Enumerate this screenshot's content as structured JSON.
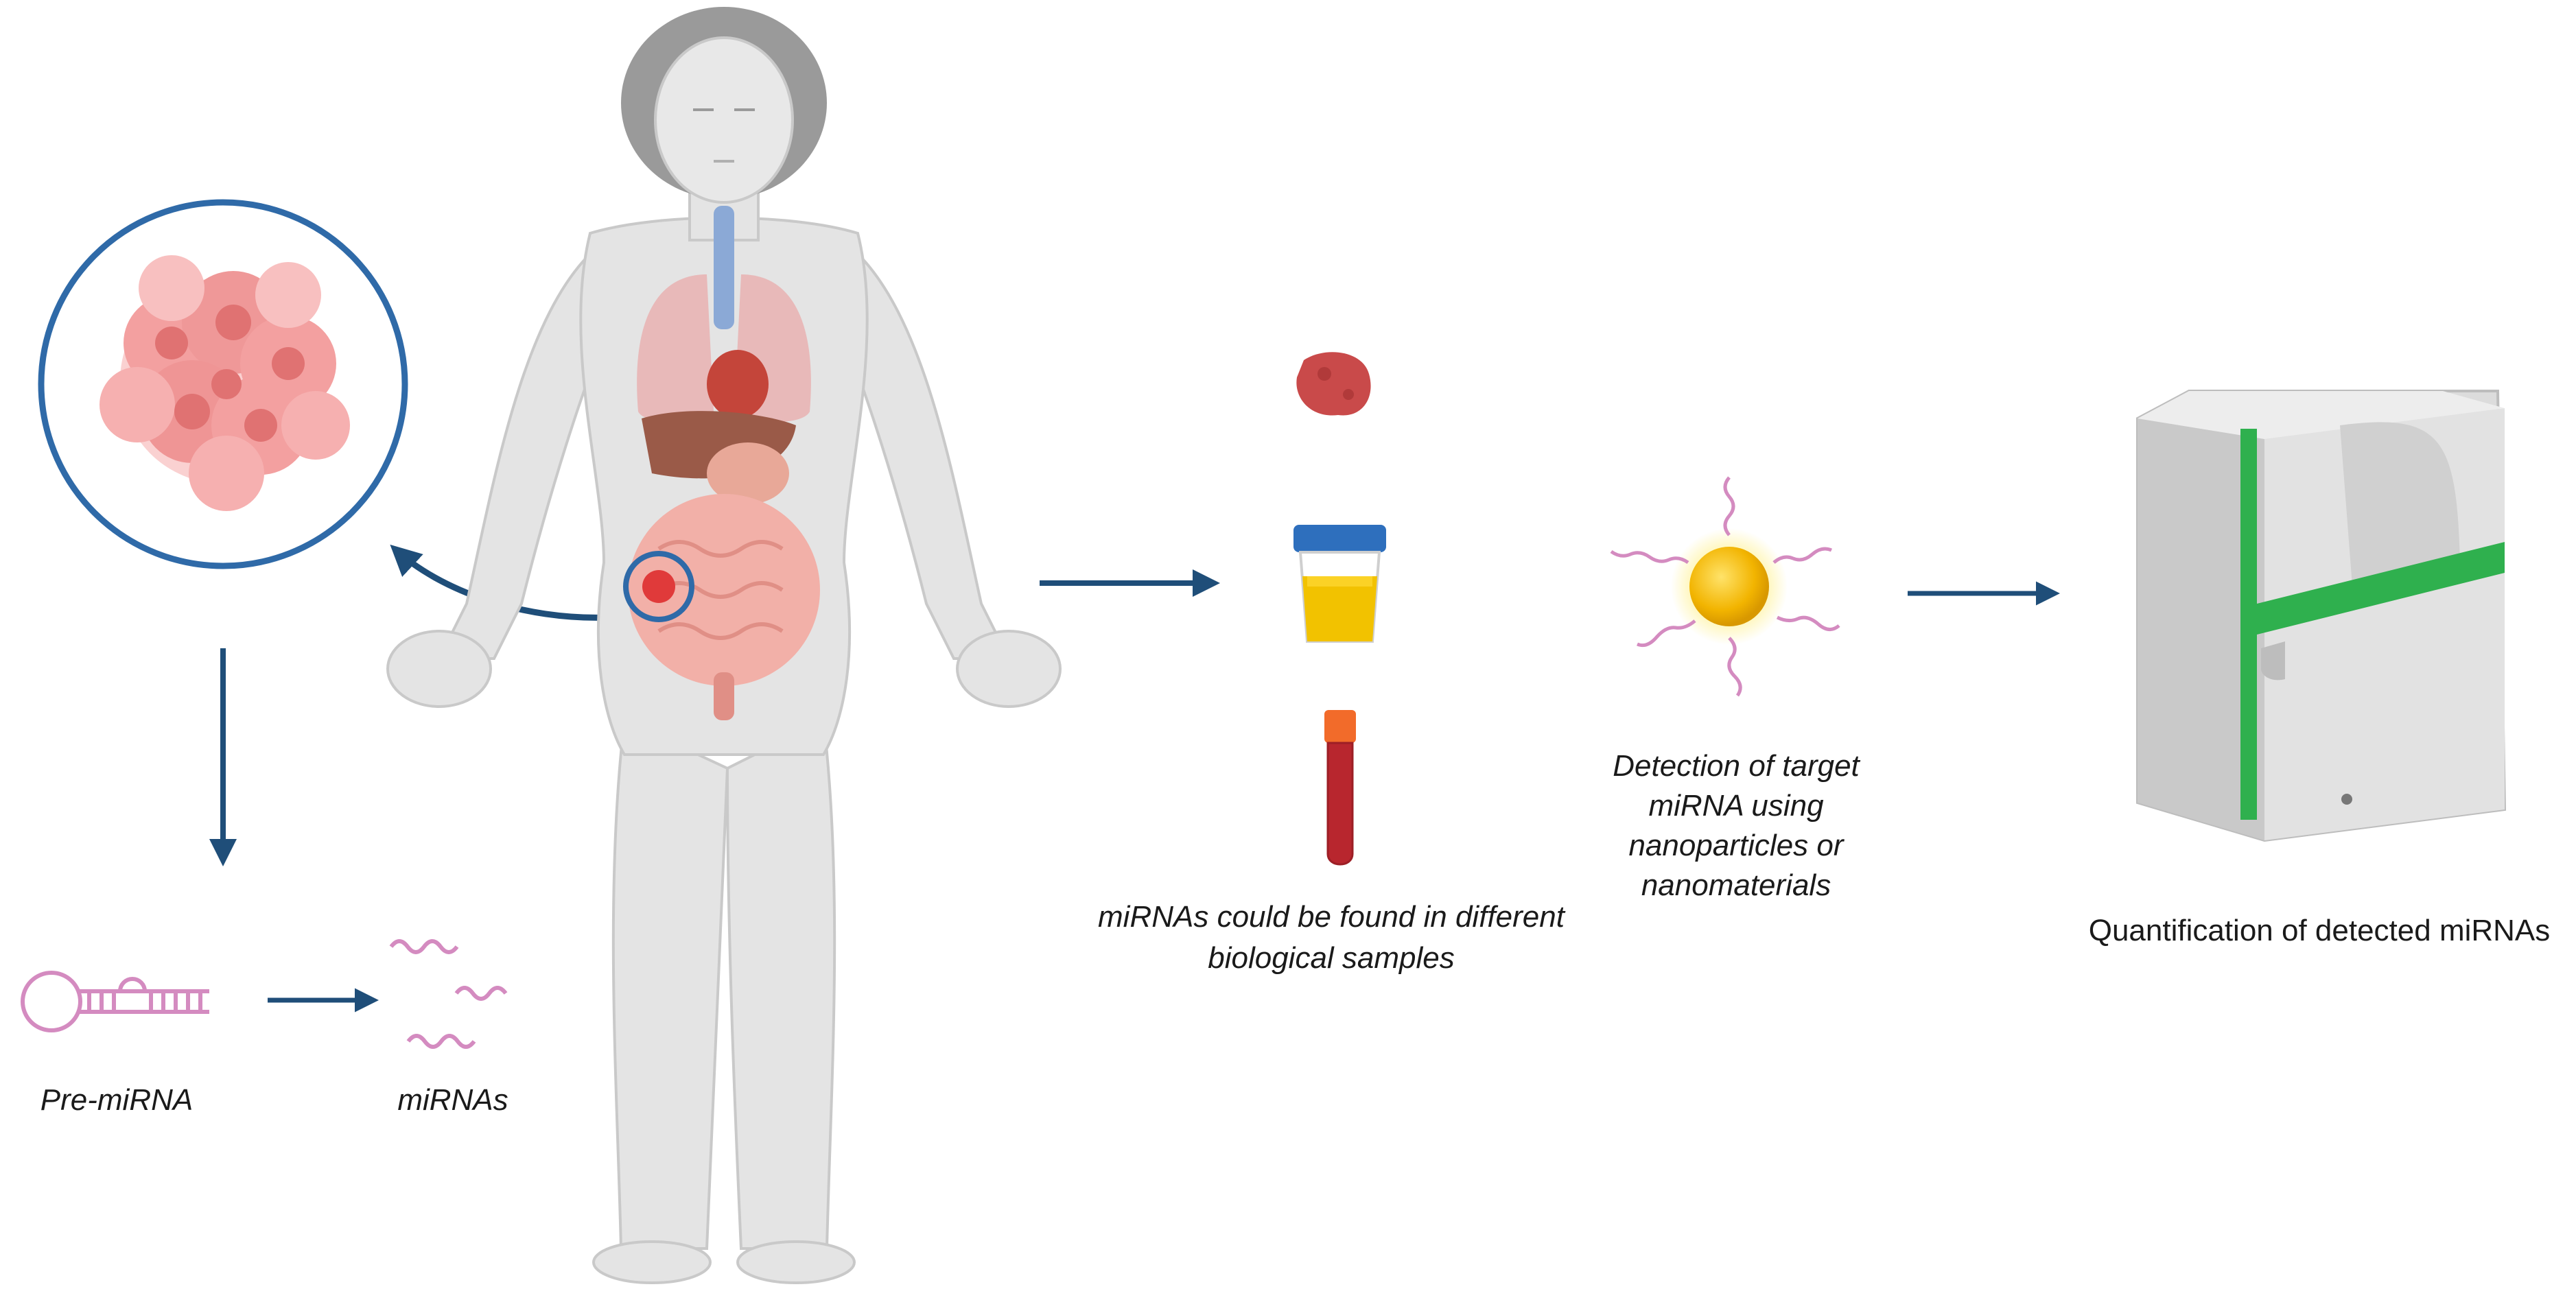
{
  "colors": {
    "arrow": "#1f4e79",
    "circle": "#2f6aa8",
    "tumor": "#ef8b8b",
    "rna": "#d48bc0",
    "body": "#e4e4e4",
    "machine_accent": "#2fb04e"
  },
  "labels": {
    "pre_mirna": "Pre-miRNA",
    "mirnas": "miRNAs",
    "samples_line1": "miRNAs could be found in different",
    "samples_line2": "biological samples",
    "detection_line1": "Detection of target",
    "detection_line2": "miRNA using",
    "detection_line3": "nanoparticles or",
    "detection_line4": "nanomaterials",
    "quantification": "Quantification of detected miRNAs"
  },
  "icons": {
    "human": "human-body-icon",
    "tumor": "tumor-cluster-icon",
    "tissue": "tissue-sample-icon",
    "urine": "urine-cup-icon",
    "blood": "blood-tube-icon",
    "nanoparticle": "nanoparticle-icon",
    "sequencer": "sequencer-machine-icon",
    "hairpin": "pre-mirna-hairpin-icon"
  }
}
